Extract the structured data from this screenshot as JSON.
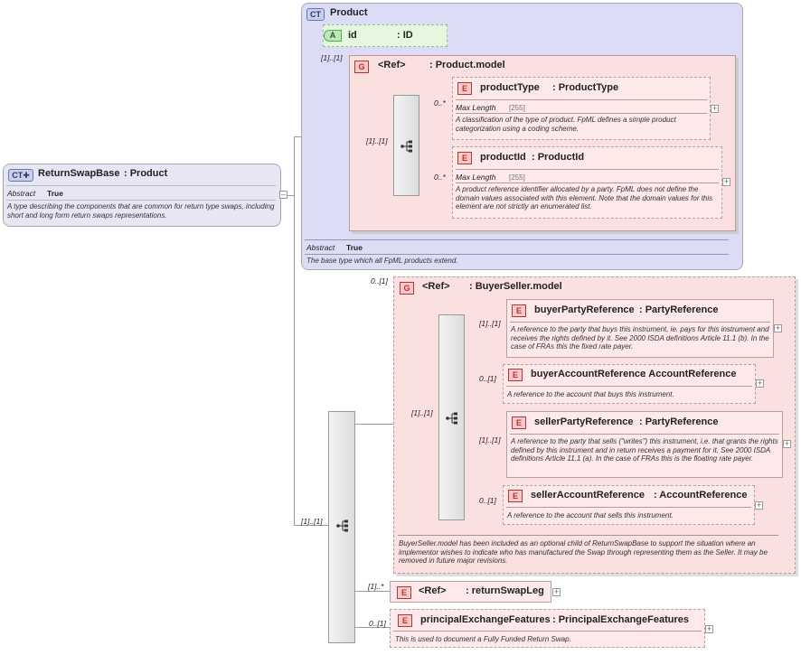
{
  "root": {
    "badge": "CT",
    "name": "ReturnSwapBase",
    "type": ": Product",
    "abstract_label": "Abstract",
    "abstract_value": "True",
    "doc": "A type describing the components that are common for return type swaps, including short and long form return swaps representations."
  },
  "product": {
    "badge": "CT",
    "name": "Product",
    "attr_badge": "A",
    "attr_name": "id",
    "attr_type": ": ID",
    "attr_cardinality": "[1]..[1]",
    "group_badge": "G",
    "group_ref": "<Ref>",
    "group_name": ": Product.model",
    "seq_cardinality": "[1]..[1]",
    "abstract_label": "Abstract",
    "abstract_value": "True",
    "doc": "The base type which all FpML products extend.",
    "elements": [
      {
        "badge": "E",
        "name": "productType",
        "type": ": ProductType",
        "cardinality": "0..*",
        "facet_label": "Max Length",
        "facet_value": "[255]",
        "doc": "A classification of the type of product. FpML defines a simple product categorization using a coding scheme."
      },
      {
        "badge": "E",
        "name": "productId",
        "type": ": ProductId",
        "cardinality": "0..*",
        "facet_label": "Max Length",
        "facet_value": "[255]",
        "doc": "A product reference identifier allocated by a party. FpML does not define the domain values associated with this element. Note that the domain values for this element are not strictly an enumerated list."
      }
    ]
  },
  "buyer_seller": {
    "cardinality": "0..[1]",
    "group_badge": "G",
    "group_ref": "<Ref>",
    "group_name": ": BuyerSeller.model",
    "seq_cardinality": "[1]..[1]",
    "doc": "BuyerSeller.model has been included as an optional child of ReturnSwapBase to support the situation where an implementor wishes to indicate who has manufactured the Swap through representing them as the Seller. It may be removed in future major revisions.",
    "elements": [
      {
        "badge": "E",
        "name": "buyerPartyReference",
        "type": ": PartyReference",
        "cardinality": "[1]..[1]",
        "doc": "A reference to the party that buys this instrument, ie. pays for this instrument and receives the rights defined by it. See 2000 ISDA definitions Article 11.1 (b). In the case of FRAs this the fixed rate payer."
      },
      {
        "badge": "E",
        "name": "buyerAccountReference",
        "type": ": AccountReference",
        "cardinality": "0..[1]",
        "doc": "A reference to the account that buys this instrument."
      },
      {
        "badge": "E",
        "name": "sellerPartyReference",
        "type": ": PartyReference",
        "cardinality": "[1]..[1]",
        "doc": "A reference to the party that sells (\"writes\") this instrument, i.e. that grants the rights defined by this instrument and in return receives a payment for it. See 2000 ISDA definitions Article 11.1 (a). In the case of FRAs this is the floating rate payer."
      },
      {
        "badge": "E",
        "name": "sellerAccountReference",
        "type": ": AccountReference",
        "cardinality": "0..[1]",
        "doc": "A reference to the account that sells this instrument."
      }
    ]
  },
  "main_seq_cardinality": "[1]..[1]",
  "return_swap_leg": {
    "badge": "E",
    "ref": "<Ref>",
    "name": ": returnSwapLeg",
    "cardinality": "[1]..*"
  },
  "principal_exchange": {
    "badge": "E",
    "name": "principalExchangeFeatures",
    "type": ": PrincipalExchangeFeatures",
    "cardinality": "0..[1]",
    "doc": "This is used to document a Fully Funded Return Swap."
  },
  "colors": {
    "ct_panel": "#dcdcf7",
    "element_fill": "#fde9e9",
    "badge_red": "#b33"
  }
}
